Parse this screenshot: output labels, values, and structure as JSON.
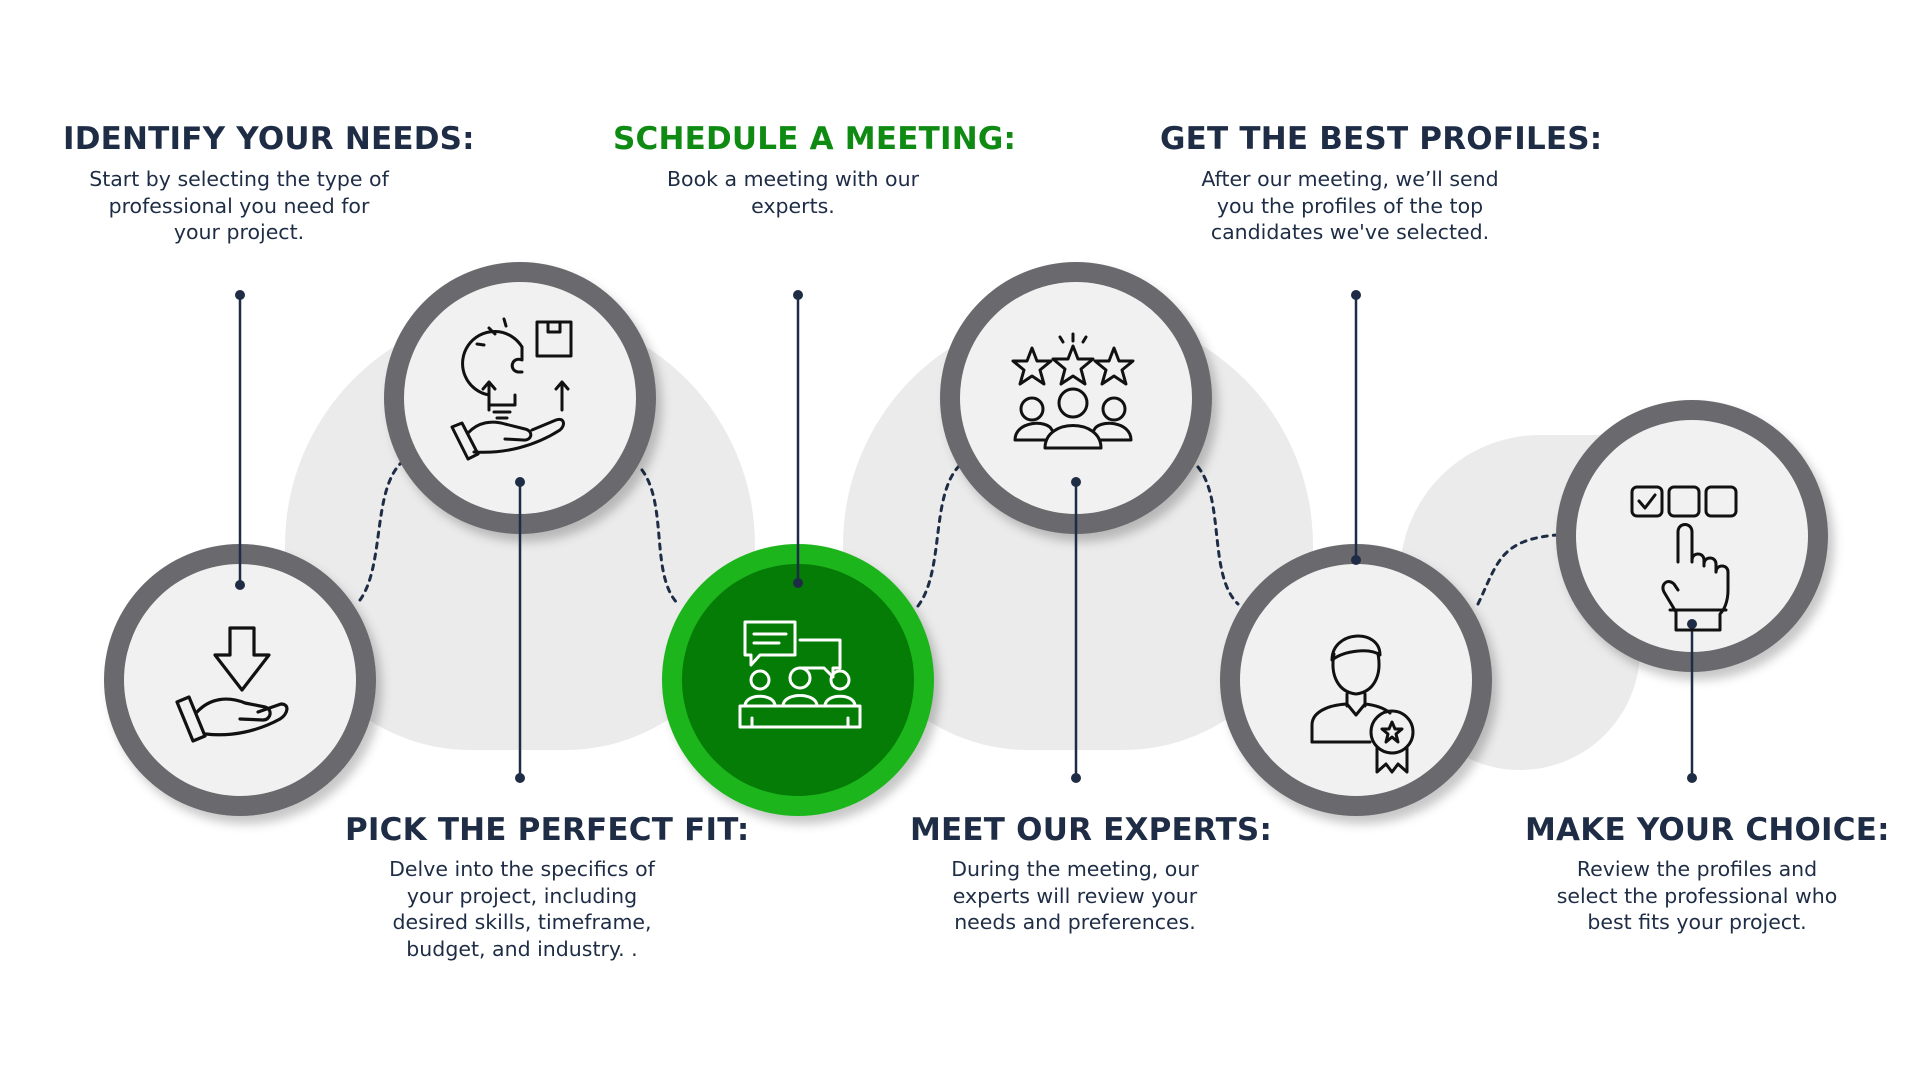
{
  "steps": [
    {
      "id": "identify",
      "title": "IDENTIFY YOUR NEEDS:",
      "description": "Start by selecting the type of professional you need for your project.",
      "icon": "hand-receive-arrow-icon",
      "active": false
    },
    {
      "id": "pick",
      "title": "PICK THE PERFECT FIT:",
      "description": "Delve into the specifics of your project, including desired skills, timeframe, budget, and industry. .",
      "icon": "lightbulb-puzzle-hand-icon",
      "active": false
    },
    {
      "id": "schedule",
      "title": "SCHEDULE A MEETING:",
      "description": "Book a meeting with our experts.",
      "icon": "team-meeting-chat-icon",
      "active": true
    },
    {
      "id": "meet",
      "title": "MEET OUR EXPERTS:",
      "description": "During the meeting, our experts will review your needs and preferences.",
      "icon": "rated-team-stars-icon",
      "active": false
    },
    {
      "id": "profiles",
      "title": "GET THE BEST PROFILES:",
      "description": "After our meeting, we’ll send you the profiles of the top candidates we've selected.",
      "icon": "person-award-badge-icon",
      "active": false
    },
    {
      "id": "choice",
      "title": "MAKE YOUR CHOICE:",
      "description": "Review the profiles and select the professional who best fits your project.",
      "icon": "finger-select-checkbox-icon",
      "active": false
    }
  ],
  "colors": {
    "title": "#1e2d45",
    "active_title": "#0f8a12",
    "ring": "#6b6b6e",
    "inner": "#f1f1f1",
    "active_ring": "#1db51d",
    "active_inner": "#057c06",
    "backdrop": "#ebebeb",
    "line": "#1e2d45",
    "icon": "#111111"
  }
}
